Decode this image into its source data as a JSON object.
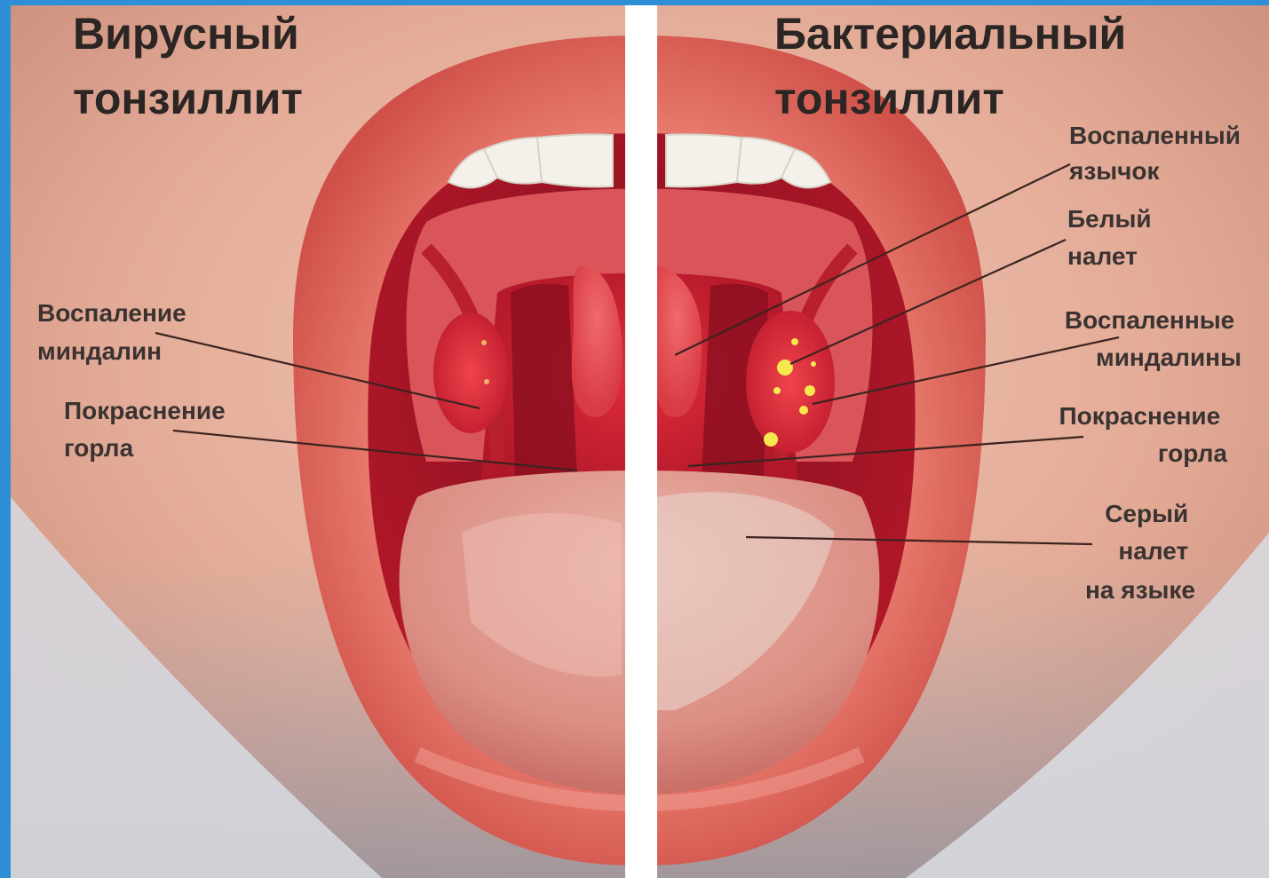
{
  "titles": {
    "left": [
      "Вирусный",
      "тонзиллит"
    ],
    "right": [
      "Бактериальный",
      "тонзиллит"
    ]
  },
  "labels": {
    "left_tonsils": [
      "Воспаление",
      "миндалин"
    ],
    "left_throat": [
      "Покраснение",
      "горла"
    ],
    "right_uvula": [
      "Воспаленный",
      "язычок"
    ],
    "right_white": [
      "Белый",
      "налет"
    ],
    "right_tonsils": [
      "Воспаленные",
      "миндалины"
    ],
    "right_throat": [
      "Покраснение",
      "горла"
    ],
    "right_tongue": [
      "Серый",
      "налет",
      "на языке"
    ]
  },
  "colors": {
    "frame_blue": "#2f8fd6",
    "skin": "#e7b7a4",
    "lips": "#e06a5f",
    "mouth_cavity": "#b5152a",
    "throat": "#c81d2e",
    "tongue": "#e6a59a",
    "teeth": "#f4f1ea",
    "exudate": "#f6e34a",
    "divider": "#ffffff"
  },
  "icons": [
    "tonsillitis-illustration"
  ]
}
